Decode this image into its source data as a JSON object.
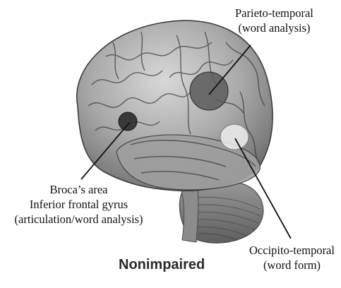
{
  "caption": "Nonimpaired",
  "regions": {
    "parieto_temporal": {
      "line1": "Parieto-temporal",
      "line2": "(word analysis)"
    },
    "broca": {
      "line1": "Broca’s area",
      "line2": "Inferior frontal gyrus",
      "line3": "(articulation/word analysis)"
    },
    "occipito_temporal": {
      "line1": "Occipito-temporal",
      "line2": "(word form)"
    }
  }
}
